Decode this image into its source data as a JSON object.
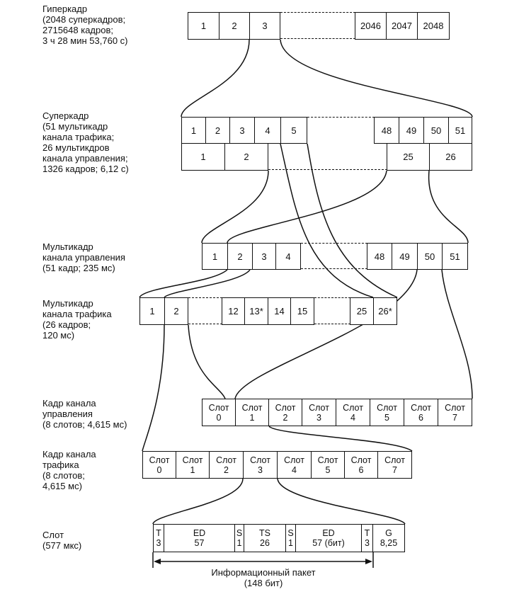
{
  "labels": {
    "hyperframe": [
      "Гиперкадр",
      "(2048 суперкадров;",
      "2715648 кадров;",
      "3 ч 28 мин 53,760 с)"
    ],
    "superframe": [
      "Суперкадр",
      "(51 мультикадр",
      "канала трафика;",
      "26 мультикдров",
      "канала управления;",
      "1326 кадров; 6,12 с)"
    ],
    "control_multiframe": [
      "Мультикадр",
      "канала управления",
      "(51 кадр; 235 мс)"
    ],
    "traffic_multiframe": [
      "Мультикадр",
      "канала трафика",
      "(26 кадров;",
      "120 мс)"
    ],
    "control_frame": [
      "Кадр канала",
      "управления",
      "(8 слотов; 4,615 мс)"
    ],
    "traffic_frame": [
      "Кадр канала",
      "трафика",
      "(8 слотов;",
      "4,615 мс)"
    ],
    "slot": [
      "Слот",
      "(577 мкс)"
    ]
  },
  "hyperframe_cells": {
    "left": [
      "1",
      "2",
      "3"
    ],
    "right": [
      "2046",
      "2047",
      "2048"
    ]
  },
  "superframe_cells": {
    "top_left": [
      "1",
      "2",
      "3",
      "4",
      "5"
    ],
    "top_right": [
      "48",
      "49",
      "50",
      "51"
    ],
    "bottom_left": [
      "1",
      "2"
    ],
    "bottom_right": [
      "25",
      "26"
    ]
  },
  "control_multiframe_cells": {
    "left": [
      "1",
      "2",
      "3",
      "4"
    ],
    "right": [
      "48",
      "49",
      "50",
      "51"
    ]
  },
  "traffic_multiframe_cells": {
    "left": [
      "1",
      "2"
    ],
    "middle": [
      "12",
      "13*",
      "14",
      "15"
    ],
    "right": [
      "25",
      "26*"
    ]
  },
  "frame_slots": {
    "word": "Слот",
    "numbers": [
      "0",
      "1",
      "2",
      "3",
      "4",
      "5",
      "6",
      "7"
    ]
  },
  "slot_fields": [
    {
      "top": "T",
      "bottom": "3"
    },
    {
      "top": "ED",
      "bottom": "57"
    },
    {
      "top": "S",
      "bottom": "1"
    },
    {
      "top": "TS",
      "bottom": "26"
    },
    {
      "top": "S",
      "bottom": "1"
    },
    {
      "top": "ED",
      "bottom": "57 (бит)"
    },
    {
      "top": "T",
      "bottom": "3"
    },
    {
      "top": "G",
      "bottom": "8,25"
    }
  ],
  "packet_caption": [
    "Информационный пакет",
    "(148 бит)"
  ]
}
